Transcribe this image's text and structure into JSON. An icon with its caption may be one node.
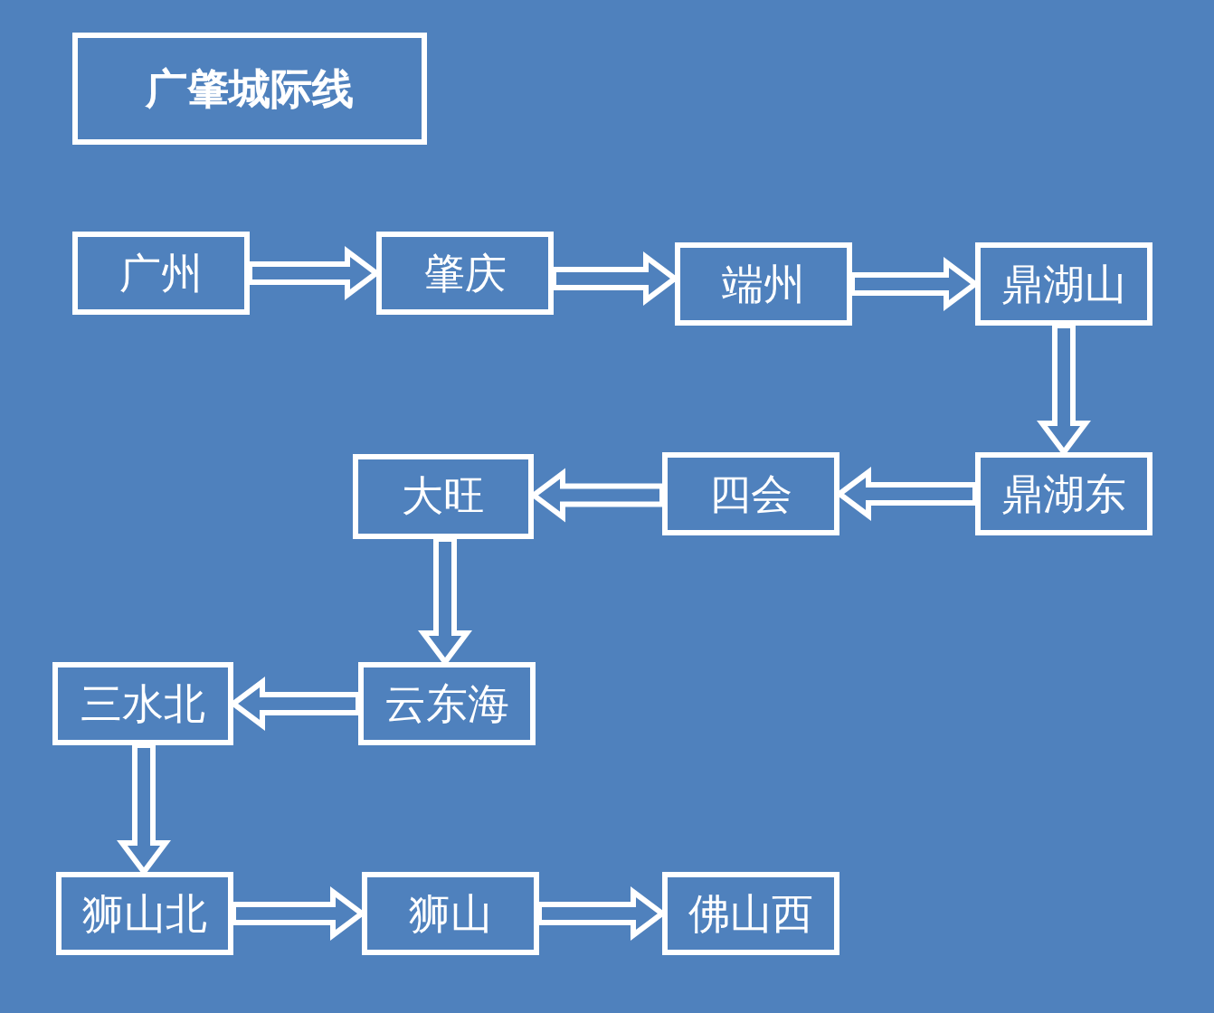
{
  "diagram": {
    "title": "广肇城际线",
    "nodes": [
      {
        "text": [
          "广州"
        ]
      },
      {
        "text": [
          "肇庆"
        ]
      },
      {
        "text": [
          "端州"
        ]
      },
      {
        "text": [
          "鼎湖山"
        ]
      },
      {
        "text": [
          "鼎湖东"
        ]
      },
      {
        "text": [
          "四会"
        ]
      },
      {
        "text": [
          "大旺"
        ]
      },
      {
        "text": [
          "云东海"
        ]
      },
      {
        "text": [
          "三水北"
        ]
      },
      {
        "text": [
          "狮山北"
        ]
      },
      {
        "text": [
          "狮山"
        ]
      },
      {
        "text": [
          "佛山西"
        ]
      }
    ],
    "edges": [
      {
        "from": 0,
        "to": 1,
        "arrow": "to"
      },
      {
        "from": 1,
        "to": 2,
        "arrow": "to"
      },
      {
        "from": 2,
        "to": 3,
        "arrow": "to"
      },
      {
        "from": 3,
        "to": 4,
        "arrow": "to"
      },
      {
        "from": 4,
        "to": 5,
        "arrow": "to"
      },
      {
        "from": 5,
        "to": 6,
        "arrow": "to"
      },
      {
        "from": 6,
        "to": 7,
        "arrow": "to"
      },
      {
        "from": 7,
        "to": 8,
        "arrow": "to"
      },
      {
        "from": 8,
        "to": 9,
        "arrow": "to"
      },
      {
        "from": 9,
        "to": 10,
        "arrow": "to"
      },
      {
        "from": 10,
        "to": 11,
        "arrow": "to"
      }
    ]
  }
}
